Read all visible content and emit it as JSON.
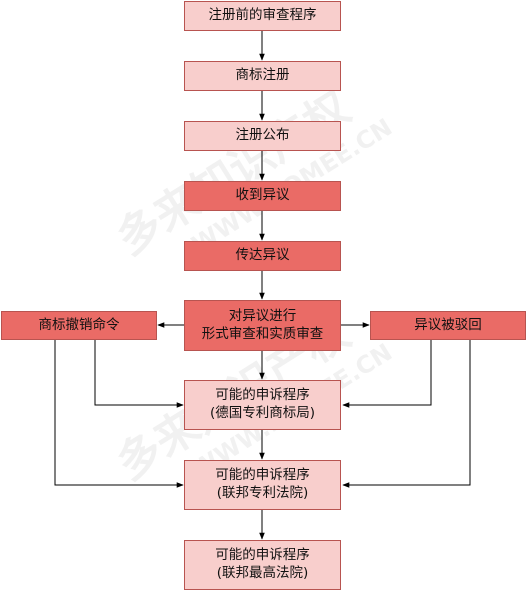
{
  "nodes": {
    "pre_review": "注册前的审查程序",
    "registration": "商标注册",
    "publication": "注册公布",
    "opposition_received": "收到异议",
    "forward_opposition": "传达异议",
    "formal_substantive_review": "对异议进行\n形式审查和实质审查",
    "revocation_order": "商标撤销命令",
    "opposition_rejected": "异议被驳回",
    "appeal_dpma": "可能的申诉程序\n(德国专利商标局)",
    "appeal_federal_patent_court": "可能的申诉程序\n(联邦专利法院)",
    "appeal_federal_supreme_court": "可能的申诉程序\n(联邦最高法院)"
  },
  "colors": {
    "light_fill": "#f8cecc",
    "dark_fill": "#ea6b66",
    "stroke": "#b85450",
    "arrow": "#000000"
  },
  "watermark": {
    "cn_text": "多来知识产权",
    "en_text": "WWW.DOMEE.CN"
  }
}
